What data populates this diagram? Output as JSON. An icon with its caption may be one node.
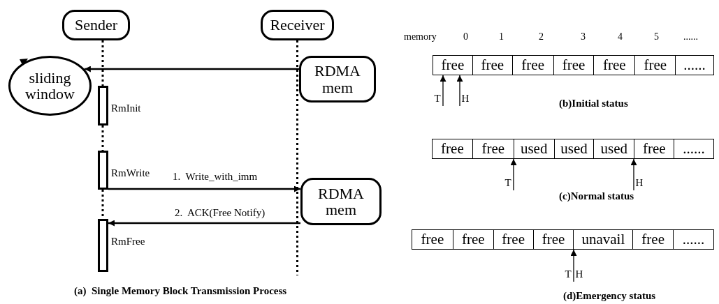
{
  "diagram": {
    "nodes": [
      {
        "text": [
          "Sender"
        ]
      },
      {
        "text": [
          "Receiver"
        ]
      },
      {
        "text": [
          "sliding window"
        ]
      },
      {
        "text": [
          "RDMA mem"
        ]
      },
      {
        "text": [],
        "shape": "bar",
        "beside": [
          "RmInit"
        ]
      },
      {
        "text": [],
        "shape": "bar",
        "beside": [
          "RmWrite"
        ]
      },
      {
        "text": [
          "RDMA mem"
        ]
      },
      {
        "text": [],
        "shape": "bar",
        "beside": [
          "RmFree"
        ]
      },
      {
        "text": [
          "T"
        ]
      },
      {
        "text": [
          "H"
        ]
      },
      {
        "text": [
          "T"
        ]
      },
      {
        "text": [
          "H"
        ]
      },
      {
        "text": [
          "T"
        ]
      },
      {
        "text": [
          "H"
        ]
      },
      {
        "text": [
          "free",
          "free",
          "free",
          "free",
          "free",
          "free",
          "......"
        ]
      },
      {
        "text": [
          "free",
          "free",
          "used",
          "used",
          "used",
          "free",
          "......"
        ]
      },
      {
        "text": [
          "free",
          "free",
          "free",
          "free",
          "unavail",
          "free",
          "......"
        ]
      }
    ],
    "edges": [
      {
        "from": 3,
        "to": 2,
        "arrow": "to"
      },
      {
        "from": 5,
        "to": 6,
        "arrow": "to",
        "label": "1.  Write_with_imm"
      },
      {
        "from": 6,
        "to": 7,
        "arrow": "to",
        "label": "2.  ACK(Free Notify)"
      },
      {
        "from": 8,
        "to": 14,
        "arrow": "to"
      },
      {
        "from": 9,
        "to": 14,
        "arrow": "to"
      },
      {
        "from": 10,
        "to": 15,
        "arrow": "to"
      },
      {
        "from": 11,
        "to": 15,
        "arrow": "to"
      },
      {
        "from": 12,
        "to": 16,
        "arrow": "to"
      },
      {
        "from": 13,
        "to": 16,
        "arrow": "to"
      },
      {
        "from": 0,
        "to": 4,
        "arrow": "none",
        "style": "dashed"
      },
      {
        "from": 4,
        "to": 5,
        "arrow": "none",
        "style": "dashed"
      },
      {
        "from": 5,
        "to": 7,
        "arrow": "none",
        "style": "dashed"
      },
      {
        "from": 1,
        "to": null,
        "arrow": "none",
        "style": "dashed"
      }
    ],
    "labels": [
      "(a)  Single Memory Block Transmission Process",
      "memory",
      "0",
      "1",
      "2",
      "3",
      "4",
      "5",
      "......",
      "(b)Initial status",
      "(c)Normal status",
      "(d)Emergency status"
    ]
  }
}
